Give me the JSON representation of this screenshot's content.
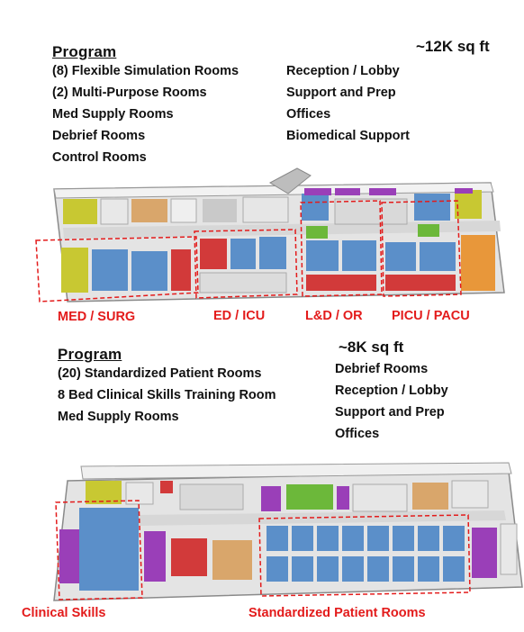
{
  "section1": {
    "heading": "Program",
    "area": "~12K sq ft",
    "left_items": [
      "(8) Flexible Simulation Rooms",
      "(2) Multi-Purpose Rooms",
      "Med Supply Rooms",
      "Debrief Rooms",
      "Control Rooms"
    ],
    "right_items": [
      "Reception / Lobby",
      "Support and Prep",
      "Offices",
      "Biomedical Support"
    ],
    "zones": [
      "MED / SURG",
      "ED / ICU",
      "L&D / OR",
      "PICU / PACU"
    ]
  },
  "section2": {
    "heading": "Program",
    "area": "~8K sq ft",
    "left_items": [
      "(20) Standardized Patient Rooms",
      "8 Bed Clinical Skills Training Room",
      "Med Supply Rooms"
    ],
    "right_items": [
      "Debrief Rooms",
      "Reception / Lobby",
      "Support and Prep",
      "Offices"
    ],
    "zones": [
      "Clinical Skills",
      "Standardized Patient Rooms"
    ]
  },
  "colors": {
    "zone_outline": "#e31b1b",
    "blue_room": "#5b8fc9",
    "yellow_room": "#c8c832",
    "purple_room": "#9a3fb8",
    "red_room": "#d23a3a",
    "green_room": "#6cb83a",
    "tan_room": "#d9a66b",
    "orange_room": "#e8973a",
    "corridor": "#d7d7d7"
  }
}
